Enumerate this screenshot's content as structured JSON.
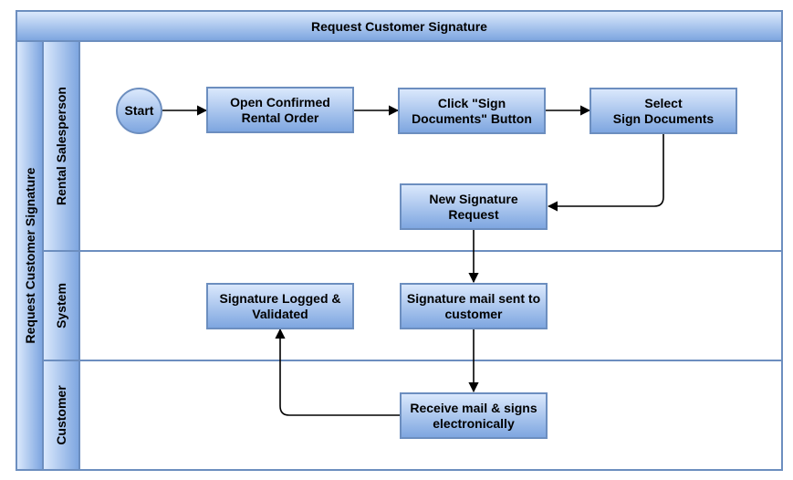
{
  "pool": {
    "title": "Request Customer Signature",
    "side_label": "Request Customer Signature"
  },
  "lanes": [
    {
      "label": "Rental Salesperson"
    },
    {
      "label": "System"
    },
    {
      "label": "Customer"
    }
  ],
  "nodes": {
    "start": "Start",
    "open_order": "Open Confirmed\nRental Order",
    "click_sign": "Click \"Sign\nDocuments\" Button",
    "select_sign": "Select\nSign Documents",
    "new_request": "New Signature Request",
    "mail_sent": "Signature mail sent to\ncustomer",
    "logged": "Signature Logged &\nValidated",
    "receive": "Receive mail & signs\nelectronically"
  },
  "colors": {
    "fill_top": "#dae8fc",
    "fill_bottom": "#7ea6e0",
    "stroke": "#6c8ebf",
    "edge": "#000000"
  }
}
